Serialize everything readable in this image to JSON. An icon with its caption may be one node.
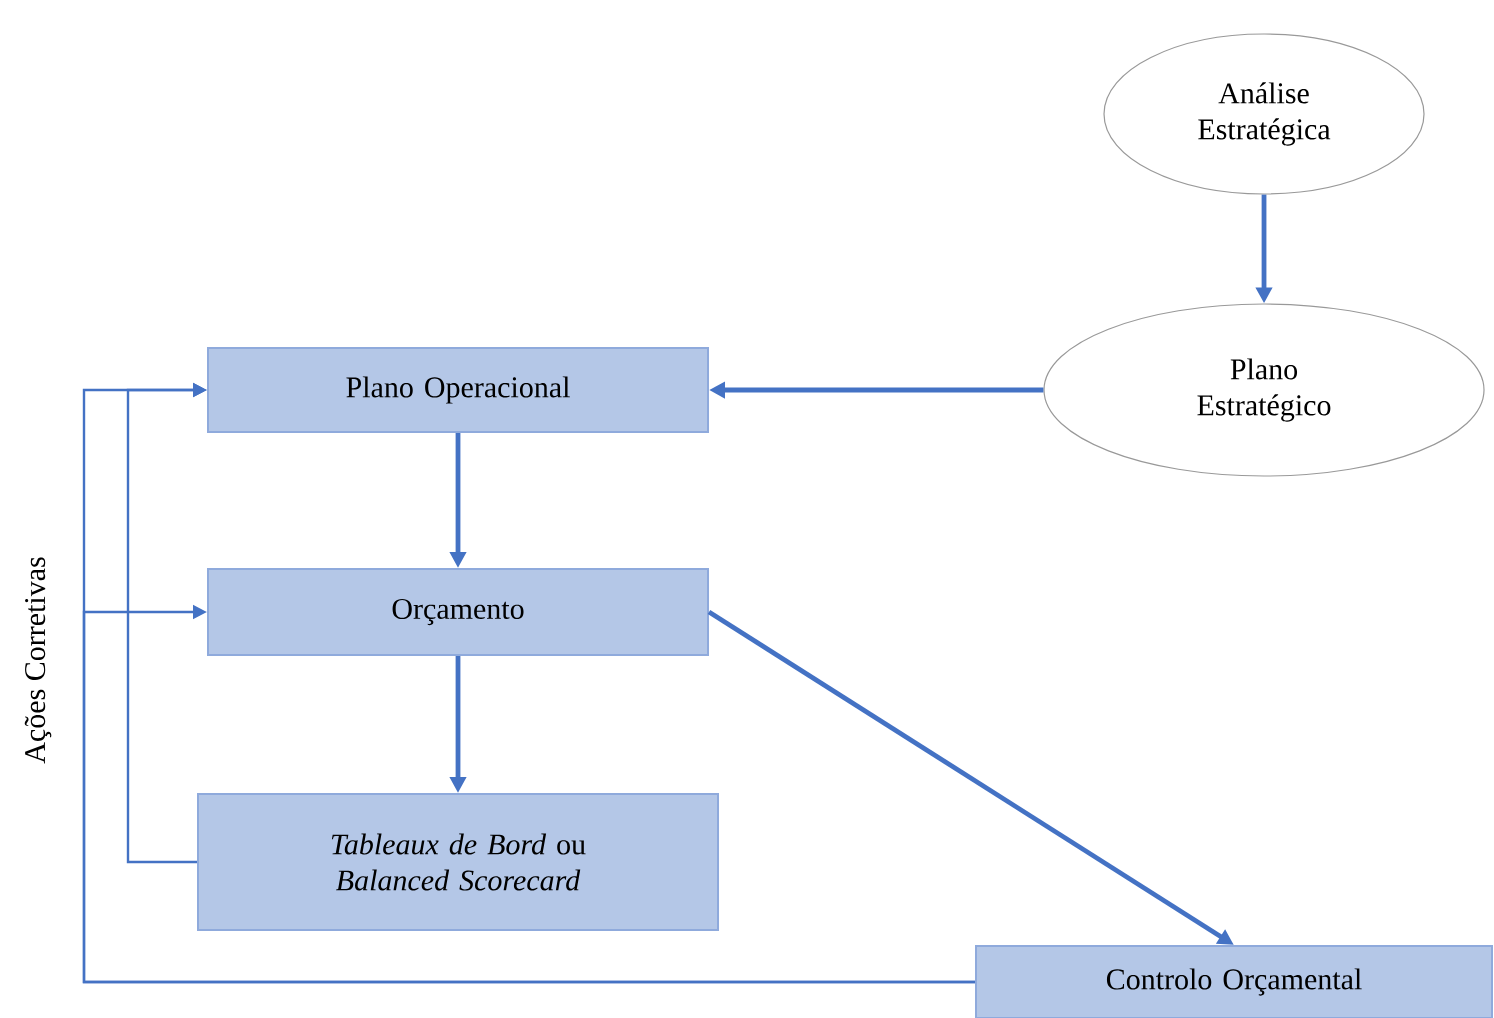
{
  "diagram": {
    "nodes": [
      {
        "text": [
          "Análise Estratégica"
        ]
      },
      {
        "text": [
          "Plano Estratégico"
        ]
      },
      {
        "text": [
          "Plano Operacional"
        ]
      },
      {
        "text": [
          "Orçamento"
        ]
      },
      {
        "text": [
          "*Tableaux de Bord* ou *Balanced Scorecard*"
        ]
      },
      {
        "text": [
          "Controlo Orçamental"
        ]
      }
    ],
    "edges": [
      {
        "from": 0,
        "to": 1,
        "arrow": "to"
      },
      {
        "from": 1,
        "to": 2,
        "arrow": "to"
      },
      {
        "from": 2,
        "to": 3,
        "arrow": "to"
      },
      {
        "from": 3,
        "to": 4,
        "arrow": "to"
      },
      {
        "from": 3,
        "to": 5,
        "arrow": "to"
      },
      {
        "from": 5,
        "to": 2,
        "arrow": "to"
      },
      {
        "from": 5,
        "to": 3,
        "arrow": "to"
      },
      {
        "from": 4,
        "to": 2,
        "arrow": "to"
      }
    ],
    "labels": [
      "Ações Corretivas"
    ]
  }
}
